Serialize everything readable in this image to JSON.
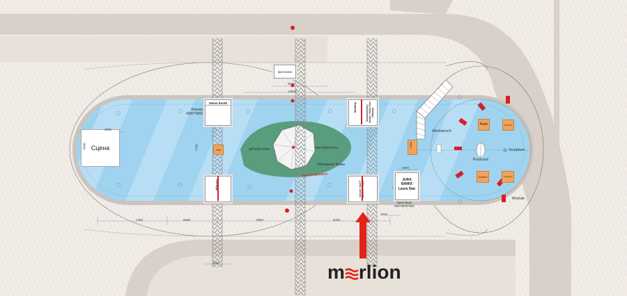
{
  "colors": {
    "pool": "#9fd3f0",
    "pool_stripe": "#c8e6f7",
    "island": "#5a9c7e",
    "orange_booth": "#f4a259",
    "red_marker": "#d71f26",
    "arrow": "#e2231a",
    "road": "#d8d0c9",
    "bg": "#f1ece7"
  },
  "booths": {
    "swiss_booth": "Swiss booth",
    "ellada": "Elleada",
    "korner_label": "Корнер\n4000*4000",
    "mobility": "Mobility",
    "top_right_col": "Swissbeb@atm / Sautter / Swiss Time / Odyssey",
    "bottom_right_col": "Unicorn / Carl F. Bucherer / Sutter",
    "jura": "JURA\nBAMIX\nLaura Star",
    "pristavok": "Приставок\n650*3000*500",
    "stage": "Сцена",
    "photozone": "фотозона"
  },
  "labels": {
    "kids_zone": "детская зона",
    "workshops": "мастерклассы",
    "volume_letters": "Объемные буквы",
    "workbench": "Workbench",
    "postcard": "Postcard",
    "sculpture": "Sculpture",
    "rado": "Rado",
    "module": "Module",
    "small_orange_1": "Juid",
    "small_orange_2": "Pallas",
    "certina": "Certina",
    "longines": "Longines",
    "hamilton": "Hamilton",
    "red_text": "Merlion Wonders"
  },
  "dimensions": {
    "d1": "4000",
    "d2": "6000",
    "d3": "13600",
    "d4": "4000",
    "d5": "7400",
    "d6": "5600",
    "d7": "6500",
    "d8": "6300",
    "d9": "2000",
    "d10": "4000",
    "d11": "7100",
    "d12": "8000"
  },
  "logo": {
    "text_m": "m",
    "text_rest": "rlion"
  }
}
